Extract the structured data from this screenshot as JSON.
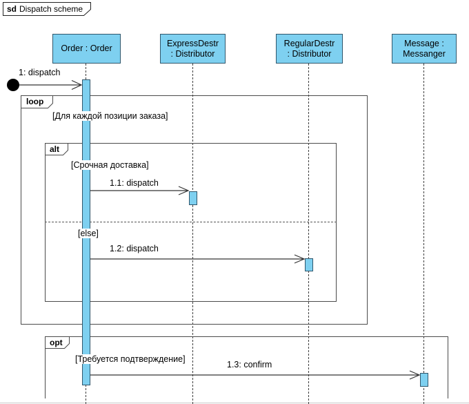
{
  "frame": {
    "keyword": "sd",
    "title": "Dispatch scheme"
  },
  "lifelines": [
    {
      "name": "Order : Order"
    },
    {
      "name": "ExpressDestr\n: Distributor"
    },
    {
      "name": "RegularDestr\n: Distributor"
    },
    {
      "name": "Message :\nMessanger"
    }
  ],
  "fragments": {
    "loop": {
      "operator": "loop",
      "guard": "[Для каждой позиции заказа]"
    },
    "alt": {
      "operator": "alt",
      "guard_urgent": "[Срочная доставка]",
      "guard_else": "[else]"
    },
    "opt": {
      "operator": "opt",
      "guard": "[Требуется подтверждение]"
    }
  },
  "messages": {
    "m1": {
      "label": "1: dispatch"
    },
    "m11": {
      "label": "1.1: dispatch"
    },
    "m12": {
      "label": "1.2: dispatch"
    },
    "m13": {
      "label": "1.3: confirm"
    }
  },
  "colors": {
    "shape_fill": "#7ED0F0",
    "shape_border": "#2F566B",
    "line": "#333333",
    "fragment_border": "#4a4a4a"
  }
}
